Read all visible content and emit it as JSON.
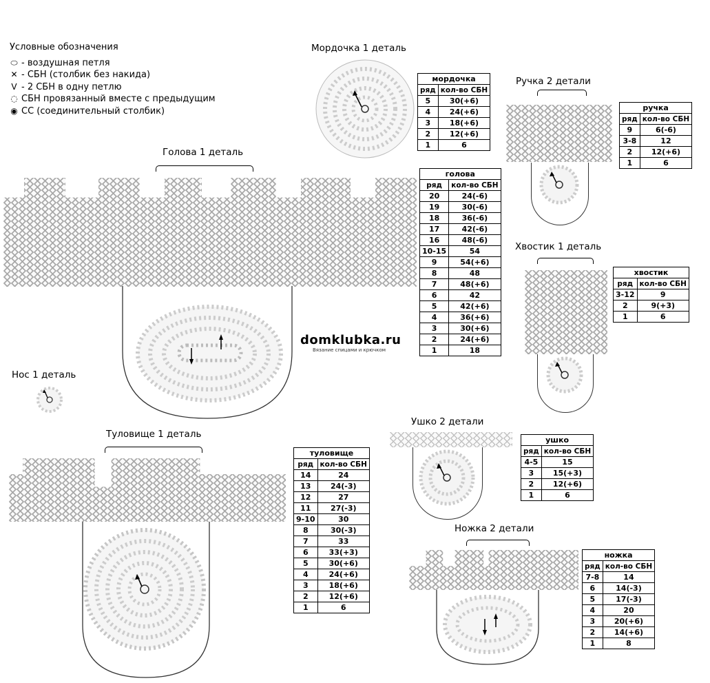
{
  "legend": {
    "title": "Условные обозначения",
    "items": [
      {
        "icon": "chain-stitch-symbol",
        "symbol": "⬭",
        "text": " - воздушная петля"
      },
      {
        "icon": "single-crochet-symbol",
        "symbol": "✕",
        "text": " - СБН (столбик без накида)"
      },
      {
        "icon": "increase-symbol",
        "symbol": "V",
        "text": " - 2 СБН в одну петлю"
      },
      {
        "icon": "decrease-symbol",
        "symbol": "◌",
        "text": " СБН провязанный вместе с предыдущим"
      },
      {
        "icon": "slip-stitch-symbol",
        "symbol": "◉",
        "text": " СС (соединительный столбик)"
      }
    ]
  },
  "titles": {
    "mordochka": "Мордочка 1 деталь",
    "ruchka": "Ручка 2 детали",
    "golova": "Голова 1 деталь",
    "hvostik": "Хвостик 1 деталь",
    "nos": "Нос 1 деталь",
    "tulovishche": "Туловище 1 деталь",
    "ushko": "Ушко 2 детали",
    "nozhka": "Ножка 2 детали"
  },
  "watermark": {
    "site": "domklubka.ru",
    "subtitle": "Вязание спицами и крючком"
  },
  "col_row": "ряд",
  "col_count": "кол-во СБН",
  "tables": {
    "mordochka": {
      "title": "мордочка",
      "rows": [
        [
          "5",
          "30(+6)"
        ],
        [
          "4",
          "24(+6)"
        ],
        [
          "3",
          "18(+6)"
        ],
        [
          "2",
          "12(+6)"
        ],
        [
          "1",
          "6"
        ]
      ]
    },
    "ruchka": {
      "title": "ручка",
      "rows": [
        [
          "9",
          "6(-6)"
        ],
        [
          "3-8",
          "12"
        ],
        [
          "2",
          "12(+6)"
        ],
        [
          "1",
          "6"
        ]
      ]
    },
    "golova": {
      "title": "голова",
      "rows": [
        [
          "20",
          "24(-6)"
        ],
        [
          "19",
          "30(-6)"
        ],
        [
          "18",
          "36(-6)"
        ],
        [
          "17",
          "42(-6)"
        ],
        [
          "16",
          "48(-6)"
        ],
        [
          "10-15",
          "54"
        ],
        [
          "9",
          "54(+6)"
        ],
        [
          "8",
          "48"
        ],
        [
          "7",
          "48(+6)"
        ],
        [
          "6",
          "42"
        ],
        [
          "5",
          "42(+6)"
        ],
        [
          "4",
          "36(+6)"
        ],
        [
          "3",
          "30(+6)"
        ],
        [
          "2",
          "24(+6)"
        ],
        [
          "1",
          "18"
        ]
      ]
    },
    "hvostik": {
      "title": "хвостик",
      "rows": [
        [
          "3-12",
          "9"
        ],
        [
          "2",
          "9(+3)"
        ],
        [
          "1",
          "6"
        ]
      ]
    },
    "tulovishche": {
      "title": "туловище",
      "rows": [
        [
          "14",
          "24"
        ],
        [
          "13",
          "24(-3)"
        ],
        [
          "12",
          "27"
        ],
        [
          "11",
          "27(-3)"
        ],
        [
          "9-10",
          "30"
        ],
        [
          "8",
          "30(-3)"
        ],
        [
          "7",
          "33"
        ],
        [
          "6",
          "33(+3)"
        ],
        [
          "5",
          "30(+6)"
        ],
        [
          "4",
          "24(+6)"
        ],
        [
          "3",
          "18(+6)"
        ],
        [
          "2",
          "12(+6)"
        ],
        [
          "1",
          "6"
        ]
      ]
    },
    "ushko": {
      "title": "ушко",
      "rows": [
        [
          "4-5",
          "15"
        ],
        [
          "3",
          "15(+3)"
        ],
        [
          "2",
          "12(+6)"
        ],
        [
          "1",
          "6"
        ]
      ]
    },
    "nozhka": {
      "title": "ножка",
      "rows": [
        [
          "7-8",
          "14"
        ],
        [
          "6",
          "14(-3)"
        ],
        [
          "5",
          "17(-3)"
        ],
        [
          "4",
          "20"
        ],
        [
          "3",
          "20(+6)"
        ],
        [
          "2",
          "14(+6)"
        ],
        [
          "1",
          "8"
        ]
      ]
    }
  }
}
